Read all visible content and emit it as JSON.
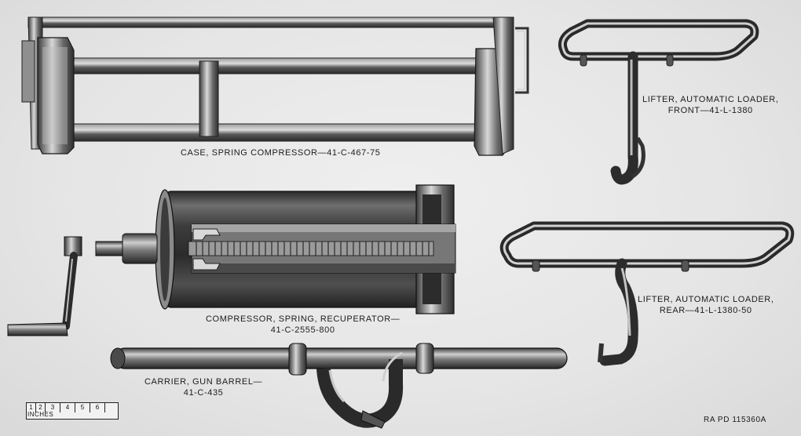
{
  "captions": {
    "case": "CASE, SPRING COMPRESSOR—41-C-467-75",
    "lifter_front": [
      "LIFTER, AUTOMATIC LOADER,",
      "FRONT—41-L-1380"
    ],
    "compressor": [
      "COMPRESSOR, SPRING, RECUPERATOR—",
      "41-C-2555-800"
    ],
    "lifter_rear": [
      "LIFTER, AUTOMATIC LOADER,",
      "REAR—41-L-1380-50"
    ],
    "carrier": [
      "CARRIER, GUN BARREL—",
      "41-C-435"
    ]
  },
  "scale": {
    "marks": [
      "1",
      "2",
      "3",
      "4",
      "5",
      "6"
    ],
    "unit": "INCHES"
  },
  "reference": "RA PD 115360A"
}
